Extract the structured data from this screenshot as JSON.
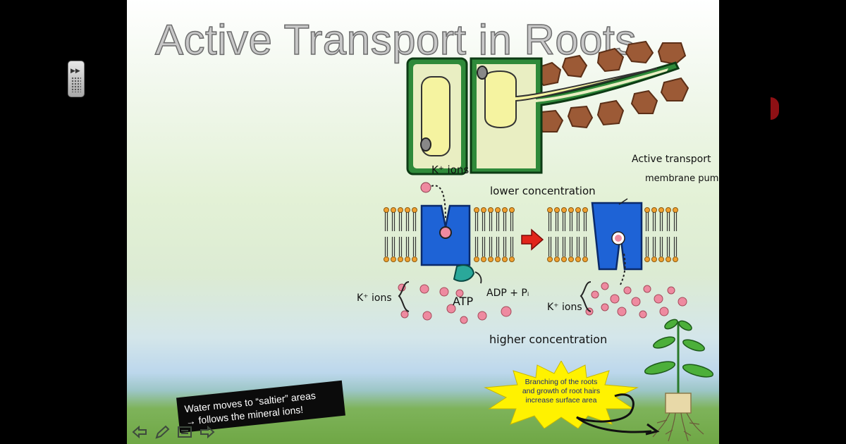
{
  "slide": {
    "title": "Active Transport in Roots",
    "labels": {
      "k_ions_top": "K⁺ ions",
      "lower_concentration": "lower concentration",
      "active_transport": "Active transport",
      "membrane_pump": "membrane pump",
      "k_ions_left": "K⁺ ions",
      "atp": "ATP",
      "adp_pi": "ADP + Pᵢ",
      "k_ions_right": "K⁺ ions",
      "higher_concentration": "higher concentration"
    },
    "caption": {
      "line1": "Water moves to “saltier” areas",
      "line2": "→ follows the mineral ions!"
    },
    "star": {
      "line1": "Branching of the roots",
      "line2": "and growth of root hairs",
      "line3": "increase surface area"
    }
  },
  "colors": {
    "pump_blue": "#1e63d6",
    "cell_wall_green": "#2f8a3a",
    "soil_brown": "#9c5a36",
    "ion_pink": "#ee8aa0",
    "star_yellow": "#fff200",
    "caption_bg": "#0b0b0b"
  },
  "toolbar": {
    "prev_icon": "arrow-left-icon",
    "pen_icon": "pen-icon",
    "menu_icon": "menu-icon",
    "next_icon": "arrow-right-icon"
  }
}
